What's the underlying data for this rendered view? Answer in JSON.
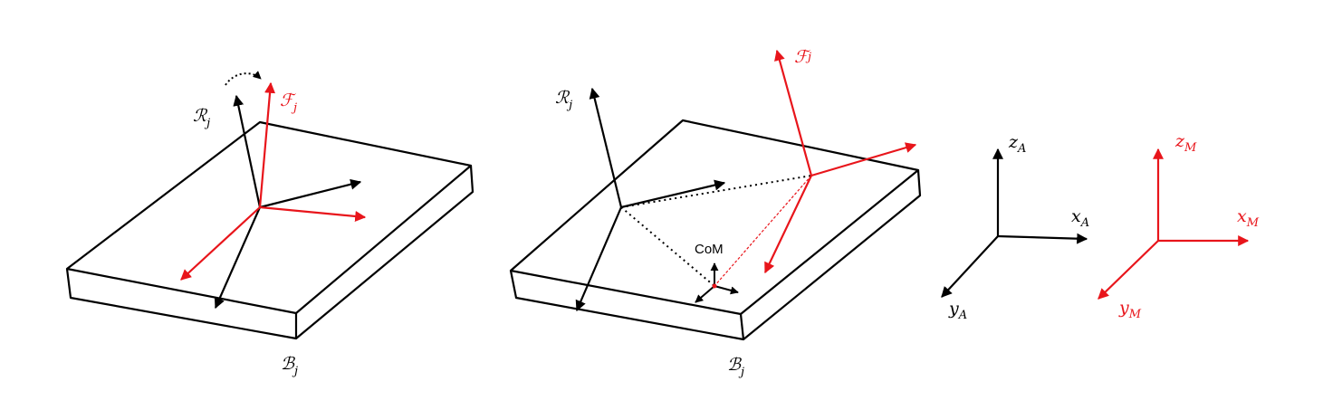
{
  "colors": {
    "frame_a": "#000000",
    "frame_m": "#e8151b"
  },
  "left_panel": {
    "frame_r": {
      "main": "ℛ",
      "sub": "j"
    },
    "frame_f": {
      "main": "ℱ",
      "sub": "j"
    },
    "body": {
      "main": "ℬ",
      "sub": "j"
    }
  },
  "middle_panel": {
    "frame_r": {
      "main": "ℛ",
      "sub": "j"
    },
    "frame_f": {
      "main": "ℱ",
      "sub": "j"
    },
    "body": {
      "main": "ℬ",
      "sub": "j"
    },
    "com_label": "CoM"
  },
  "legend": {
    "frame_a": {
      "z": "z",
      "z_sub": "A",
      "x": "x",
      "x_sub": "A",
      "y": "y",
      "y_sub": "A"
    },
    "frame_m": {
      "z": "z",
      "z_sub": "M",
      "x": "x",
      "x_sub": "M",
      "y": "y",
      "y_sub": "M"
    }
  }
}
